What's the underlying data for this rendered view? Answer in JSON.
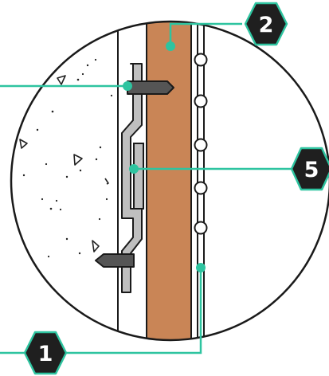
{
  "colors": {
    "leader": "#2ec4a0",
    "badge_fill": "#1f1f1f",
    "badge_text": "#ffffff",
    "wood": "#c98556",
    "metal": "#bfbfbf",
    "outline": "#1a1a1a",
    "anchor": "#555555"
  },
  "callouts": [
    {
      "id": "callout-2",
      "label": "2",
      "target": "wood-panel"
    },
    {
      "id": "callout-5",
      "label": "5",
      "target": "metal-bracket"
    },
    {
      "id": "callout-1",
      "label": "1",
      "target": "rail-beads"
    }
  ]
}
